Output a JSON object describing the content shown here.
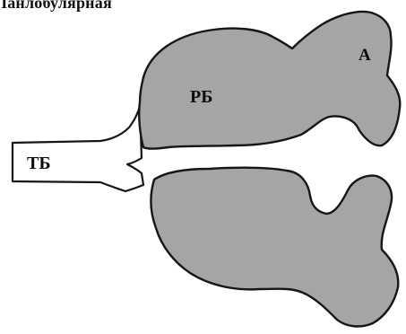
{
  "caption": "Панлобулярная",
  "labels": {
    "tb": "ТБ",
    "rb": "РБ",
    "a": "А"
  },
  "colors": {
    "background": "#ffffff",
    "lobule_fill": "#a5a5a5",
    "outline": "#161616",
    "text": "#111111"
  }
}
